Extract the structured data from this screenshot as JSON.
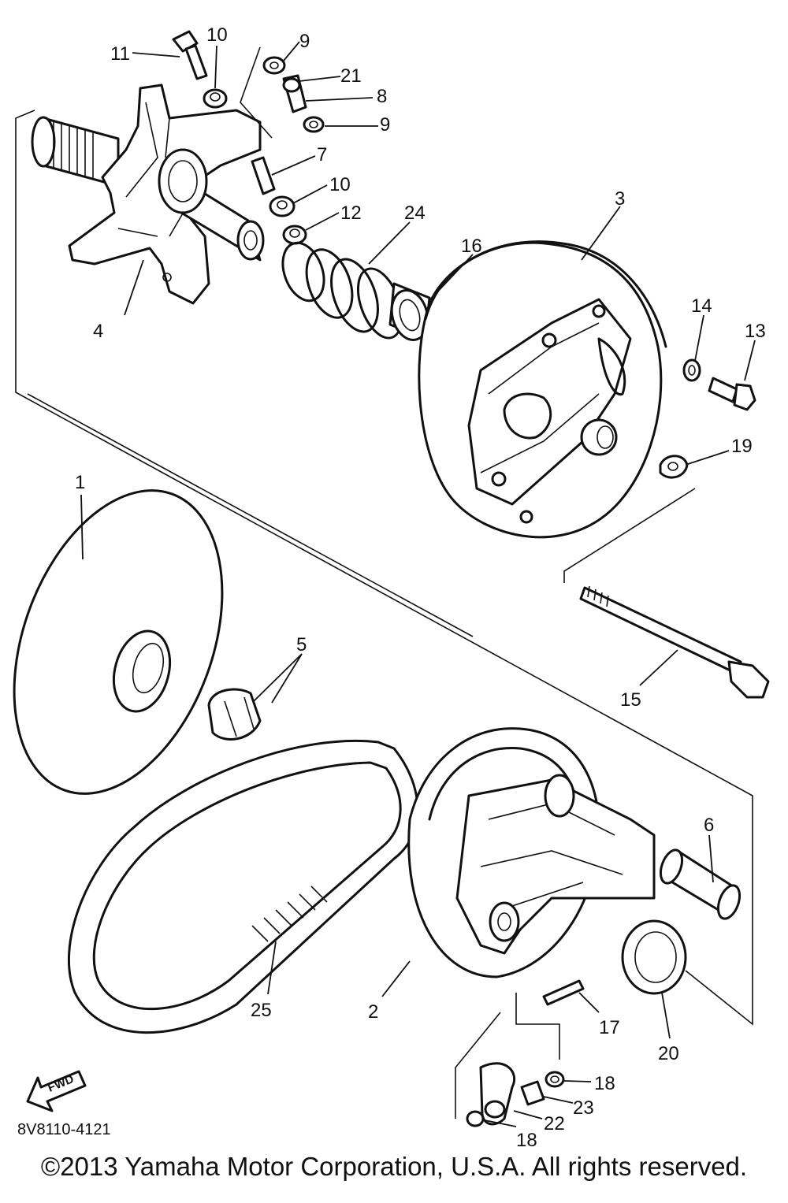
{
  "diagram": {
    "part_code": "8V8110-4121",
    "fwd_label": "FWD",
    "callouts": {
      "c1": "1",
      "c2": "2",
      "c3": "3",
      "c4": "4",
      "c5": "5",
      "c6": "6",
      "c7": "7",
      "c8": "8",
      "c9a": "9",
      "c9b": "9",
      "c10a": "10",
      "c10b": "10",
      "c11": "11",
      "c12": "12",
      "c13": "13",
      "c14": "14",
      "c15": "15",
      "c16": "16",
      "c17": "17",
      "c18a": "18",
      "c18b": "18",
      "c19": "19",
      "c20": "20",
      "c21": "21",
      "c22": "22",
      "c23": "23",
      "c24": "24",
      "c25": "25"
    }
  },
  "footer": {
    "copyright": "©2013 Yamaha Motor Corporation, U.S.A. All rights reserved."
  }
}
